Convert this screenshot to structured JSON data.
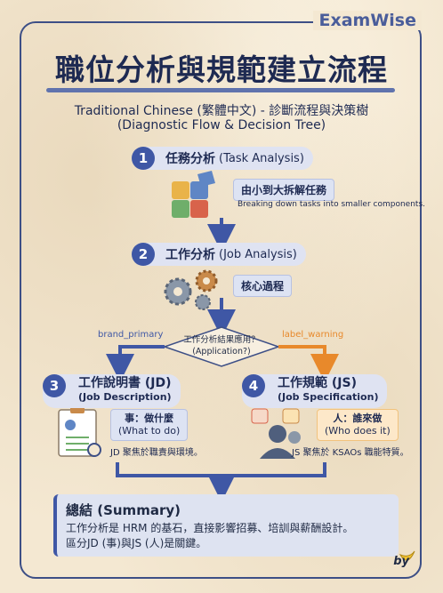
{
  "brand": "ExamWise",
  "title": "職位分析與規範建立流程",
  "subtitle_line1": "Traditional Chinese (繁體中文) - 診斷流程與決策樹",
  "subtitle_line2": "(Diagnostic Flow & Decision Tree)",
  "steps": [
    {
      "num": "1",
      "title": "任務分析",
      "title_en": "(Task Analysis)",
      "tag": "由小到大拆解任務",
      "desc": "Breaking down tasks into smaller components."
    },
    {
      "num": "2",
      "title": "工作分析",
      "title_en": "(Job Analysis)",
      "tag": "核心過程"
    },
    {
      "num": "3",
      "title": "工作說明書 (JD)",
      "title_en": "(Job Description)",
      "tag_line1": "事：做什麼",
      "tag_line2": "(What to do)",
      "note": "JD 聚焦於職責與環境。"
    },
    {
      "num": "4",
      "title": "工作規範 (JS)",
      "title_en": "(Job Specification)",
      "tag_line1": "人：誰來做",
      "tag_line2": "(Who does it)",
      "note": "JS 聚焦於 KSAOs 職能特質。"
    }
  ],
  "decision": {
    "line1": "工作分析結果應用？",
    "line2": "(Application?)"
  },
  "branch_left": "brand_primary",
  "branch_right": "label_warning",
  "summary": {
    "heading": "總結 (Summary)",
    "line1": "工作分析是 HRM 的基石，直接影響招募、培訓與薪酬設計。",
    "line2": "區分JD (事)與JS (人)是關鍵。"
  },
  "byline": "by",
  "colors": {
    "primary": "#3f57a5",
    "warning": "#e8892b",
    "background": "#f4e8d2"
  },
  "icons": [
    "puzzle-icon",
    "gears-icon",
    "checklist-icon",
    "person-skills-icon",
    "banana-icon"
  ]
}
